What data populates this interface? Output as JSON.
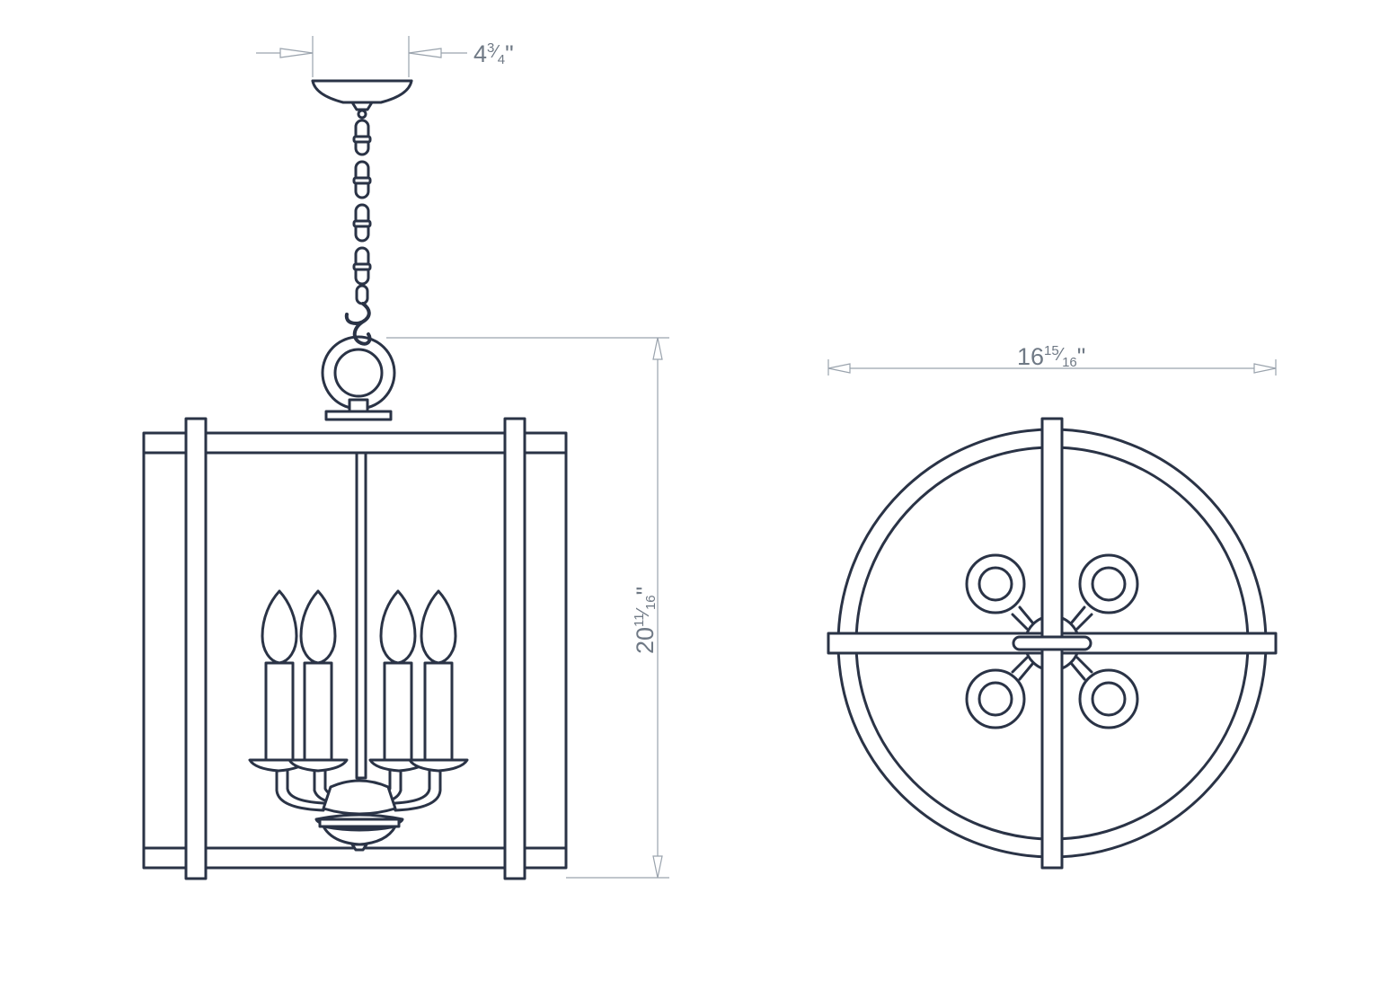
{
  "dimensions": {
    "canopy_width": {
      "whole": "4",
      "num": "3",
      "den": "4",
      "unit": "\""
    },
    "height": {
      "whole": "20",
      "num": "11",
      "den": "16",
      "unit": "\""
    },
    "diameter": {
      "whole": "16",
      "num": "15",
      "den": "16",
      "unit": "\""
    }
  },
  "colors": {
    "line": "#2a3346",
    "dimension": "#9aa3ad",
    "dimension_text": "#6f7985"
  }
}
